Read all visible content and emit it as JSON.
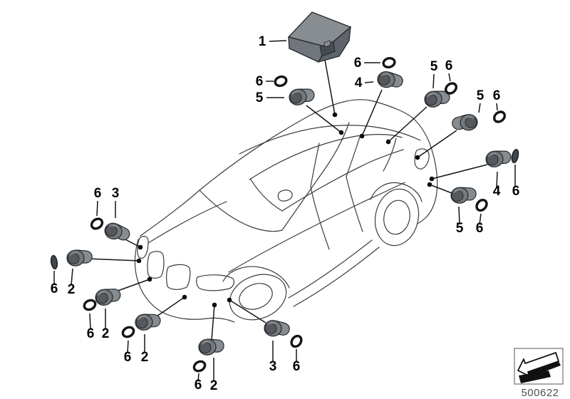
{
  "diagram_title": "",
  "colors": {
    "background": "#ffffff",
    "callout_line": "#141414",
    "car_outline": "#3b3b3b",
    "sensor_body": "#74797e",
    "sensor_face": "#55595d",
    "sensor_barrel": "#878c90",
    "module_top": "#888d92",
    "module_front": "#70767b",
    "module_side": "#5f646a",
    "oring": "#141414",
    "part_number_text": "#4f4f4f",
    "stamp_border": "#8f8f8f"
  },
  "callouts": [
    {
      "id": "control-module",
      "label": "1"
    },
    {
      "id": "oring-roof-front-left",
      "label": "6"
    },
    {
      "id": "sensor-roof-front-left",
      "label": "5"
    },
    {
      "id": "oring-roof-center",
      "label": "6"
    },
    {
      "id": "sensor-roof-center",
      "label": "4"
    },
    {
      "id": "sensor-roof-rear-a",
      "label": "5"
    },
    {
      "id": "oring-roof-rear-a",
      "label": "6"
    },
    {
      "id": "sensor-roof-rear-b",
      "label": "5"
    },
    {
      "id": "oring-roof-rear-b",
      "label": "6"
    },
    {
      "id": "sensor-rear-mid",
      "label": "4"
    },
    {
      "id": "seal-rear-mid",
      "label": "6"
    },
    {
      "id": "sensor-rear-lower",
      "label": "5"
    },
    {
      "id": "oring-rear-lower",
      "label": "6"
    },
    {
      "id": "oring-front-fender",
      "label": "6"
    },
    {
      "id": "sensor-front-fender",
      "label": "3"
    },
    {
      "id": "seal-front-left",
      "label": "6"
    },
    {
      "id": "sensor-front-left",
      "label": "2"
    },
    {
      "id": "oring-bumper-a",
      "label": "6"
    },
    {
      "id": "sensor-bumper-a",
      "label": "2"
    },
    {
      "id": "oring-bumper-b",
      "label": "6"
    },
    {
      "id": "sensor-bumper-b",
      "label": "2"
    },
    {
      "id": "oring-bumper-c",
      "label": "6"
    },
    {
      "id": "sensor-bumper-c",
      "label": "2"
    },
    {
      "id": "sensor-bumper-center",
      "label": "3"
    },
    {
      "id": "oring-bumper-center",
      "label": "6"
    }
  ],
  "footer": {
    "part_number": "500622"
  }
}
